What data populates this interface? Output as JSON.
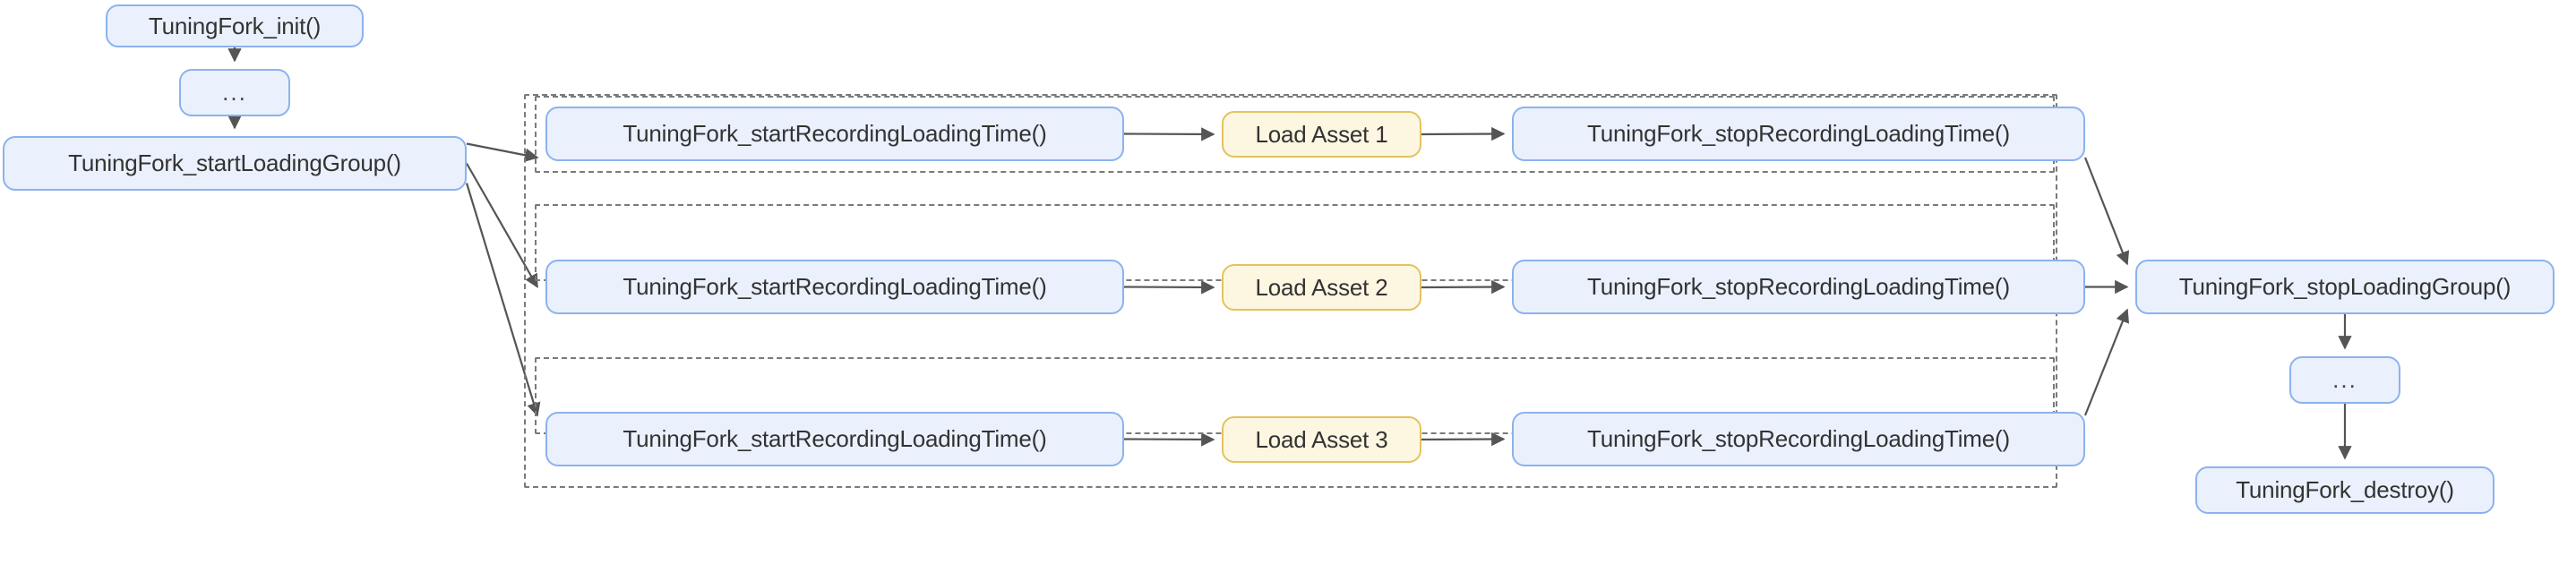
{
  "diagram": {
    "title": "TuningFork loading-time instrumentation flow",
    "colors": {
      "node_blue_fill": "#eaf1fd",
      "node_blue_border": "#8cb2ef",
      "node_yellow_fill": "#fdf6e1",
      "node_yellow_border": "#e3c35e",
      "cluster_border": "#7a7a7a",
      "edge": "#555555",
      "text": "#333333",
      "background": "#ffffff"
    },
    "nodes": {
      "init": {
        "label": "TuningFork_init()",
        "style": "blue"
      },
      "ellipsis_top": {
        "label": "...",
        "style": "blue"
      },
      "start_loading_group": {
        "label": "TuningFork_startLoadingGroup()",
        "style": "blue"
      },
      "start_recording_1": {
        "label": "TuningFork_startRecordingLoadingTime()",
        "style": "blue"
      },
      "start_recording_2": {
        "label": "TuningFork_startRecordingLoadingTime()",
        "style": "blue"
      },
      "start_recording_3": {
        "label": "TuningFork_startRecordingLoadingTime()",
        "style": "blue"
      },
      "load_asset_1": {
        "label": "Load Asset 1",
        "style": "yellow"
      },
      "load_asset_2": {
        "label": "Load Asset 2",
        "style": "yellow"
      },
      "load_asset_3": {
        "label": "Load Asset 3",
        "style": "yellow"
      },
      "stop_recording_1": {
        "label": "TuningFork_stopRecordingLoadingTime()",
        "style": "blue"
      },
      "stop_recording_2": {
        "label": "TuningFork_stopRecordingLoadingTime()",
        "style": "blue"
      },
      "stop_recording_3": {
        "label": "TuningFork_stopRecordingLoadingTime()",
        "style": "blue"
      },
      "stop_loading_group": {
        "label": "TuningFork_stopLoadingGroup()",
        "style": "blue"
      },
      "ellipsis_bottom": {
        "label": "...",
        "style": "blue"
      },
      "destroy": {
        "label": "TuningFork_destroy()",
        "style": "blue"
      }
    },
    "clusters": {
      "outer": {
        "label": ""
      },
      "row_1": {
        "label": ""
      },
      "row_2": {
        "label": ""
      },
      "row_3": {
        "label": ""
      }
    },
    "edges": [
      {
        "from": "init",
        "to": "ellipsis_top"
      },
      {
        "from": "ellipsis_top",
        "to": "start_loading_group"
      },
      {
        "from": "start_loading_group",
        "to": "start_recording_1"
      },
      {
        "from": "start_loading_group",
        "to": "start_recording_2"
      },
      {
        "from": "start_loading_group",
        "to": "start_recording_3"
      },
      {
        "from": "start_recording_1",
        "to": "load_asset_1"
      },
      {
        "from": "start_recording_2",
        "to": "load_asset_2"
      },
      {
        "from": "start_recording_3",
        "to": "load_asset_3"
      },
      {
        "from": "load_asset_1",
        "to": "stop_recording_1"
      },
      {
        "from": "load_asset_2",
        "to": "stop_recording_2"
      },
      {
        "from": "load_asset_3",
        "to": "stop_recording_3"
      },
      {
        "from": "stop_recording_1",
        "to": "stop_loading_group"
      },
      {
        "from": "stop_recording_2",
        "to": "stop_loading_group"
      },
      {
        "from": "stop_recording_3",
        "to": "stop_loading_group"
      },
      {
        "from": "stop_loading_group",
        "to": "ellipsis_bottom"
      },
      {
        "from": "ellipsis_bottom",
        "to": "destroy"
      }
    ]
  }
}
